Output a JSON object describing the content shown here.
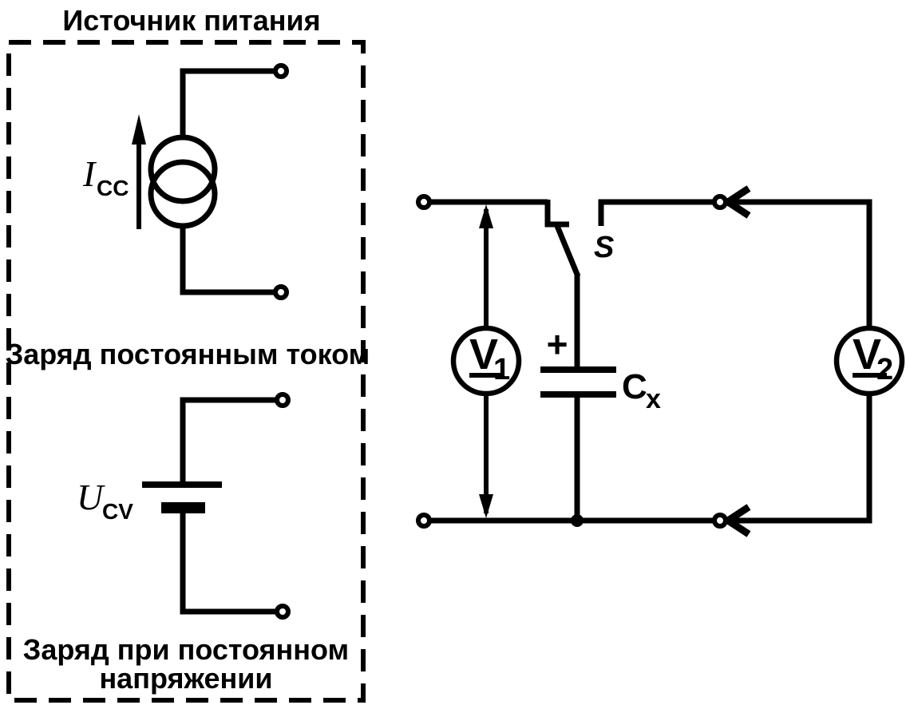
{
  "figure": {
    "title": "Источник питания",
    "colors": {
      "background": "#ffffff",
      "line": "#000000"
    },
    "power_source_panel": {
      "current_source": {
        "icon": "current-source-icon",
        "label_main": "I",
        "label_sub": "CC",
        "caption": "Заряд постоянным током"
      },
      "voltage_source": {
        "icon": "battery-icon",
        "label_main": "U",
        "label_sub": "CV",
        "caption_line1": "Заряд при постоянном",
        "caption_line2": "напряжении"
      }
    },
    "test_circuit": {
      "switch_label": "S",
      "capacitor": {
        "polarity": "+",
        "label_main": "C",
        "label_sub": "x"
      },
      "voltmeter_1": {
        "label_main": "V",
        "label_sub": "1"
      },
      "voltmeter_2": {
        "label_main": "V",
        "label_sub": "2"
      }
    }
  }
}
